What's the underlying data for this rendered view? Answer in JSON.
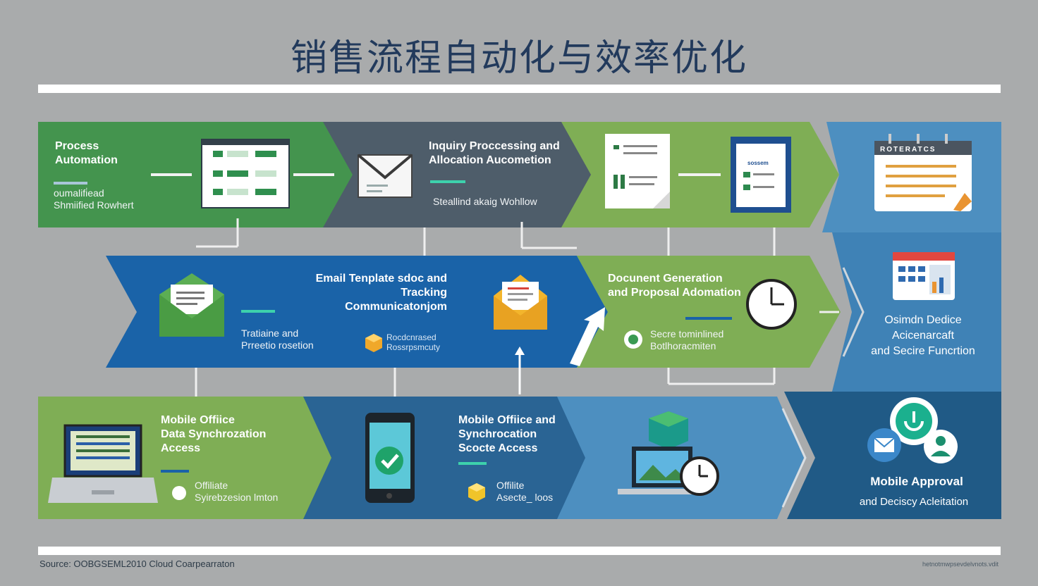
{
  "title": "销售流程自动化与效率优化",
  "row1": {
    "process_automation": {
      "title_l1": "Process",
      "title_l2": "Automation",
      "sub_l1": "oumalifi̇ead",
      "sub_l2": "Shmiified Rowhert"
    },
    "inquiry": {
      "title_l1": "Inquiry Proccessing and",
      "title_l2": "Allocation Aucometion",
      "sub": "Steallind akaig Wohllow"
    },
    "document_label": "sossem",
    "calendar_label": "ROTERATCS"
  },
  "row2": {
    "email": {
      "title_l1": "Email Tenplate sdoc and",
      "title_l2": "Tracking",
      "title_l3": "Communicatonjom",
      "sub_l1": "Tratiaine and",
      "sub_l2": "Prreetio rosetion"
    },
    "secure_note": {
      "l1": "Rocdcnrased",
      "l2": "Rossrpsmcuty"
    },
    "document_generation": {
      "title_l1": "Docunent Generation",
      "title_l2": "and Proposal Adomation",
      "sub_l1": "Secre tominlined",
      "sub_l2": "Botlhoracmiten"
    },
    "device": {
      "l1": "Osimdn Dedice",
      "l2": "Acicenarcaft",
      "l3": "and Secire Funcrtion"
    }
  },
  "row3": {
    "mobile_office": {
      "title_l1": "Mobile Offiice",
      "title_l2": "Data Synchrozation",
      "title_l3": "Access",
      "sub_l1": "Offiliate",
      "sub_l2": "Syirebzesion lmton"
    },
    "mobile_sync": {
      "title_l1": "Mobile Offiice and",
      "title_l2": "Synchrocation",
      "title_l3": "Scocte Access",
      "sub_l1": "Offilite",
      "sub_l2": "Asecte_ loos"
    },
    "approval": {
      "title": "Mobile Approval",
      "sub": "and Deciscy Acleitation"
    }
  },
  "footer": {
    "source": "Source:  OOBGSEML2010 Cloud Coarpearraton",
    "credit": "hetnotmwpsevdelvnots.vdit"
  },
  "colors": {
    "green_dark": "#44944e",
    "green_light": "#7fae55",
    "slate": "#4e5d6a",
    "blue": "#1a63a8",
    "sky": "#4d8fc0",
    "teal_navy": "#205a86",
    "accent": "#3dd1ac",
    "title": "#223a5c"
  }
}
